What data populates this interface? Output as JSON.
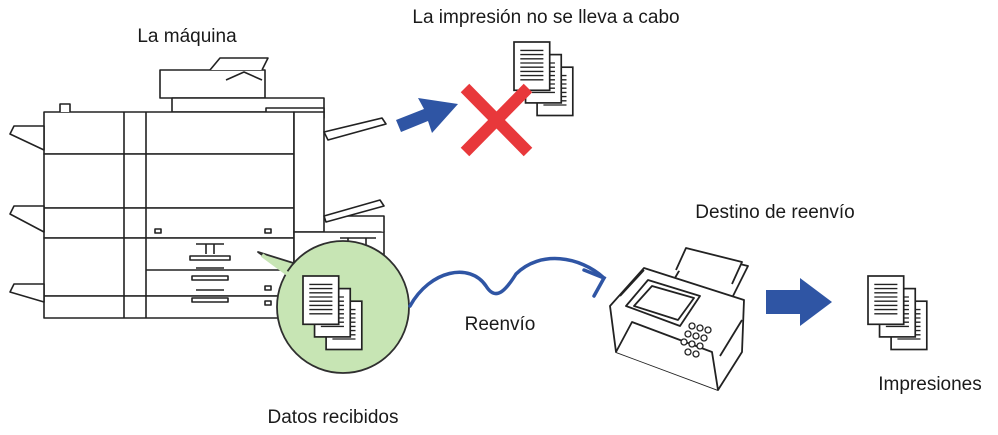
{
  "labels": {
    "machine": "La máquina",
    "no_print": "La impresión no se lleva a cabo",
    "destination": "Destino de reenvío",
    "forward": "Reenvío",
    "prints": "Impresiones",
    "received": "Datos recibidos"
  },
  "colors": {
    "arrow_blue": "#2f55a4",
    "cross_red": "#e8383b",
    "bubble_green": "#c7e5b4",
    "bubble_edge": "#2f2f2f",
    "line_dark": "#222222",
    "machine_fill": "#ffffff"
  },
  "icons": {
    "machine": "multifunction-printer-icon",
    "cross": "red-x-icon",
    "fax": "fax-machine-icon",
    "documents": "document-stack-icon"
  }
}
